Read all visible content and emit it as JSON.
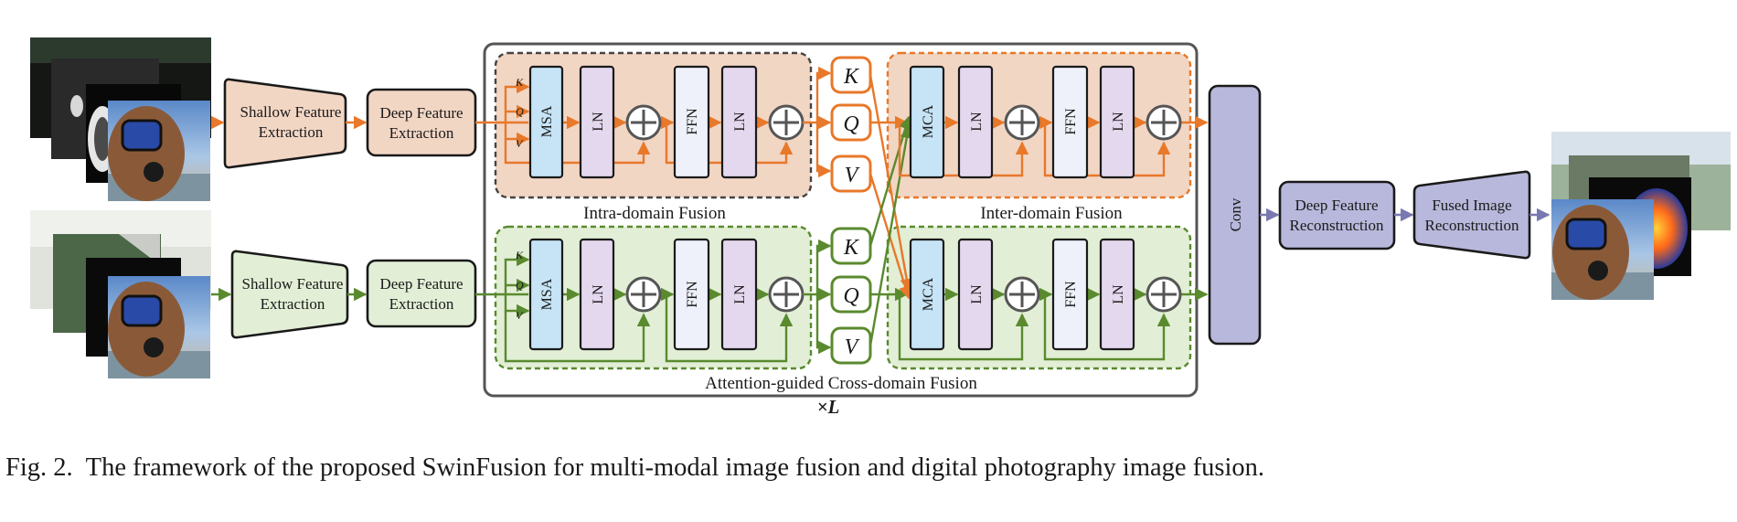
{
  "colors": {
    "orange": "#e8782a",
    "green": "#5a8a2e",
    "purple": "#7a78b0",
    "peach_fill": "#f2d6c4",
    "green_fill": "#e2efd6",
    "purple_fill": "#b8b8dc",
    "blue_fill": "#c6e4f6",
    "lavender_fill": "#e4d8ee",
    "pale_fill": "#eef0fa",
    "dark_border": "#555555"
  },
  "branch_top": {
    "shallow": [
      "Shallow Feature",
      "Extraction"
    ],
    "deep": [
      "Deep Feature",
      "Extraction"
    ]
  },
  "branch_bottom": {
    "shallow": [
      "Shallow Feature",
      "Extraction"
    ],
    "deep": [
      "Deep Feature",
      "Extraction"
    ]
  },
  "blocks": {
    "msa": "MSA",
    "ln": "LN",
    "ffn": "FFN",
    "mca": "MCA",
    "k": "K",
    "q": "Q",
    "v": "V",
    "conv": "Conv"
  },
  "labels": {
    "intra": "Intra-domain Fusion",
    "inter": "Inter-domain Fusion",
    "agcf": "Attention-guided Cross-domain Fusion",
    "repeat": "×L"
  },
  "output": {
    "deep_recon": [
      "Deep Feature",
      "Reconstruction"
    ],
    "fused_recon": [
      "Fused Image",
      "Reconstruction"
    ]
  },
  "caption": {
    "label": "Fig. 2.",
    "text": "The framework of the proposed SwinFusion for multi-modal image fusion and digital photography image fusion."
  }
}
